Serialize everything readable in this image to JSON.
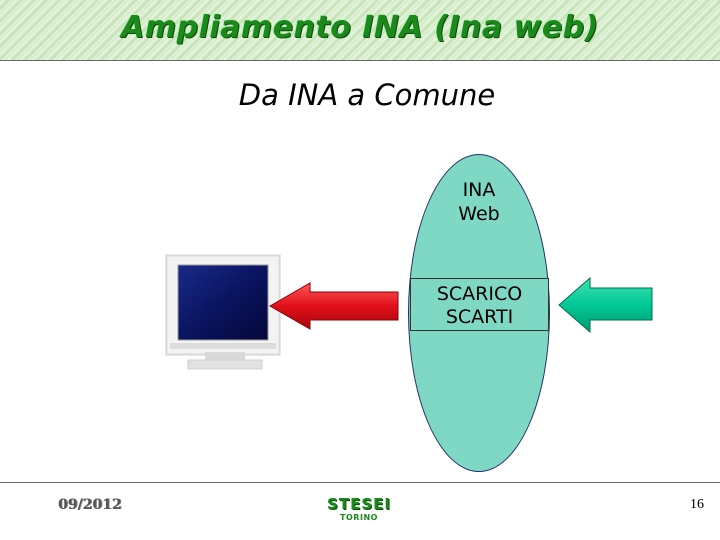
{
  "slide": {
    "title": "Ampliamento INA (Ina web)",
    "subtitle": "Da INA a Comune",
    "ellipse_label_line1": "INA",
    "ellipse_label_line2": "Web",
    "box_line1": "SCARICO",
    "box_line2": "SCARTI"
  },
  "footer": {
    "date": "09/2012",
    "logo_brand": "STESEI",
    "logo_city": "TORINO",
    "page_number": "16"
  },
  "colors": {
    "title_green": "#1b8a1b",
    "ellipse_fill": "#7fd8c3",
    "red_arrow": "#e0101a",
    "teal_arrow": "#00c896"
  },
  "icons": [
    "computer-monitor-icon",
    "red-left-arrow",
    "teal-left-arrow"
  ]
}
